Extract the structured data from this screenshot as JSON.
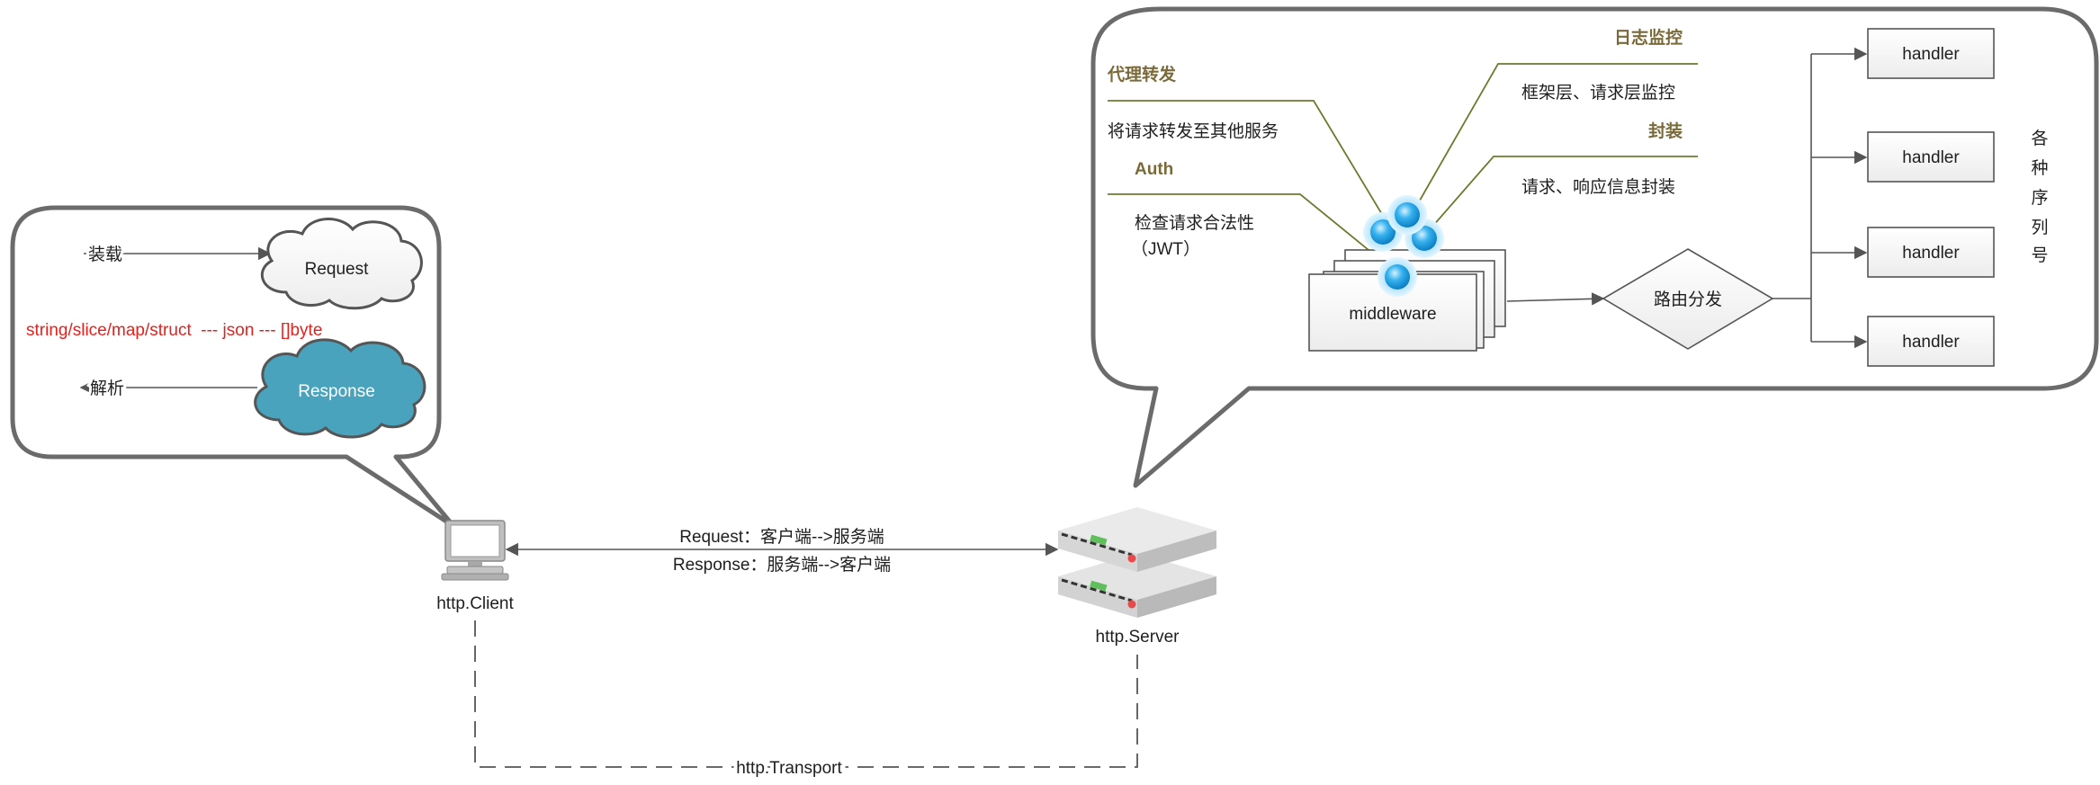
{
  "client_bubble": {
    "load_label": "装载",
    "request_cloud": "Request",
    "encoding_line": "string/slice/map/struct  --- json --- []byte",
    "parse_label": "解析",
    "response_cloud": "Response"
  },
  "client_label": "http.Client",
  "server_label": "http.Server",
  "link": {
    "request_line": "Request：客户端-->服务端",
    "response_line": "Response：服务端-->客户端"
  },
  "transport_label": "http.Transport",
  "server_bubble": {
    "proxy_title": "代理转发",
    "proxy_desc": "将请求转发至其他服务",
    "auth_title": "Auth",
    "auth_desc_1": "检查请求合法性",
    "auth_desc_2": "（JWT）",
    "log_title": "日志监控",
    "log_desc": "框架层、请求层监控",
    "wrap_title": "封装",
    "wrap_desc": "请求、响应信息封装",
    "middleware_label": "middleware",
    "router_label": "路由分发",
    "handlers": [
      "handler",
      "handler",
      "handler",
      "handler"
    ],
    "serial_note": [
      "各",
      "种",
      "序",
      "列",
      "号"
    ]
  },
  "colors": {
    "bubble_border": "#6b6b6b",
    "olive": "#7a6a3a",
    "red_text": "#e8201c",
    "response_cloud": "#4aa3bd",
    "bead": "#29a9e6"
  }
}
